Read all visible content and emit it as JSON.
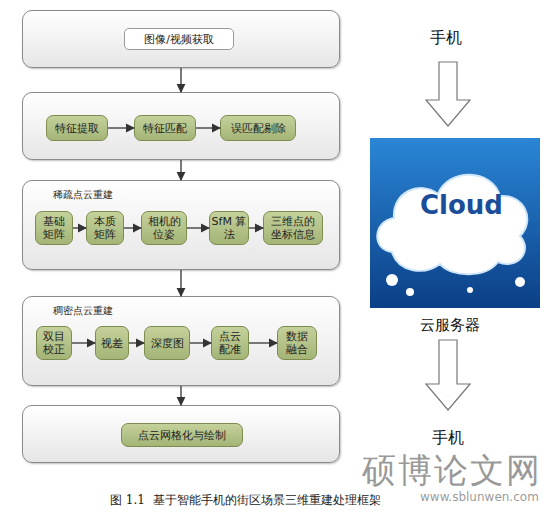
{
  "diagram": {
    "caption": "图 1.1  基于智能手机的街区场景三维重建处理框架",
    "nodes": [
      {
        "text": []
      },
      {
        "text": [
          "图像/视频获取"
        ],
        "in": 0
      },
      {
        "text": []
      },
      {
        "text": [
          "特征提取"
        ],
        "in": 2
      },
      {
        "text": [
          "特征匹配"
        ],
        "in": 2
      },
      {
        "text": [
          "误匹配剔除"
        ],
        "in": 2
      },
      {
        "text": [
          "稀疏点云重建"
        ]
      },
      {
        "text": [
          "基础 矩阵"
        ],
        "in": 6
      },
      {
        "text": [
          "本质 矩阵"
        ],
        "in": 6
      },
      {
        "text": [
          "相机的 位姿"
        ],
        "in": 6
      },
      {
        "text": [
          "SfM 算法"
        ],
        "in": 6
      },
      {
        "text": [
          "三维点的 坐标信息"
        ],
        "in": 6
      },
      {
        "text": [
          "稠密点云重建"
        ]
      },
      {
        "text": [
          "双目 校正"
        ],
        "in": 12
      },
      {
        "text": [
          "视差"
        ],
        "in": 12
      },
      {
        "text": [
          "深度图"
        ],
        "in": 12
      },
      {
        "text": [
          "点云 配准"
        ],
        "in": 12
      },
      {
        "text": [
          "数据 融合"
        ],
        "in": 12
      },
      {
        "text": []
      },
      {
        "text": [
          "点云网格化与绘制"
        ],
        "in": 18
      }
    ],
    "edges": [
      {
        "from": 0,
        "to": 2,
        "arrow": "to"
      },
      {
        "from": 3,
        "to": 4,
        "arrow": "to"
      },
      {
        "from": 4,
        "to": 5,
        "arrow": "to"
      },
      {
        "from": 2,
        "to": 6,
        "arrow": "to"
      },
      {
        "from": 7,
        "to": 8,
        "arrow": "to"
      },
      {
        "from": 8,
        "to": 9,
        "arrow": "to"
      },
      {
        "from": 9,
        "to": 10,
        "arrow": "to"
      },
      {
        "from": 10,
        "to": 11,
        "arrow": "to"
      },
      {
        "from": 6,
        "to": 12,
        "arrow": "to"
      },
      {
        "from": 13,
        "to": 14,
        "arrow": "to"
      },
      {
        "from": 14,
        "to": 15,
        "arrow": "to"
      },
      {
        "from": 15,
        "to": 16,
        "arrow": "to"
      },
      {
        "from": 16,
        "to": 17,
        "arrow": "to"
      },
      {
        "from": 12,
        "to": 18,
        "arrow": "to"
      }
    ],
    "labels": [
      "手机",
      "Cloud",
      "云服务器",
      "手机",
      "硕博论文网",
      "www.sblunwen.com"
    ]
  }
}
